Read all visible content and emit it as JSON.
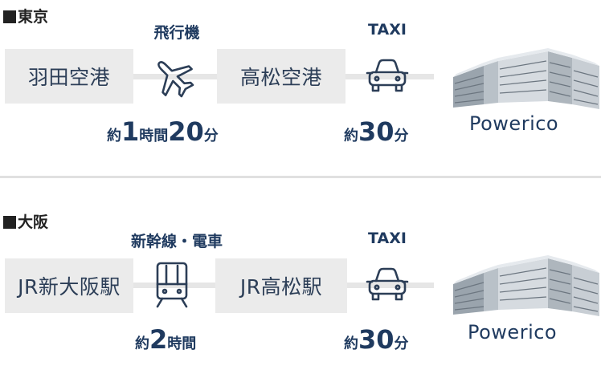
{
  "routes": [
    {
      "region": "東京",
      "stations": [
        "羽田空港",
        "高松空港"
      ],
      "legs": [
        {
          "mode": "飛行機",
          "duration_prefix": "約",
          "duration_parts": [
            "1",
            "時間",
            "20",
            "分"
          ],
          "icon": "airplane-icon"
        },
        {
          "mode": "TAXI",
          "duration_prefix": "約",
          "duration_parts": [
            "30",
            "分"
          ],
          "icon": "car-icon"
        }
      ],
      "destination": "Powerico"
    },
    {
      "region": "大阪",
      "stations": [
        "JR新大阪駅",
        "JR高松駅"
      ],
      "legs": [
        {
          "mode": "新幹線・電車",
          "duration_prefix": "約",
          "duration_parts": [
            "2",
            "時間"
          ],
          "icon": "train-icon"
        },
        {
          "mode": "TAXI",
          "duration_prefix": "約",
          "duration_parts": [
            "30",
            "分"
          ],
          "icon": "car-icon"
        }
      ],
      "destination": "Powerico"
    }
  ],
  "colors": {
    "accent": "#1f3a5f",
    "station_bg": "#ebebeb",
    "line": "#e6e6e6"
  }
}
